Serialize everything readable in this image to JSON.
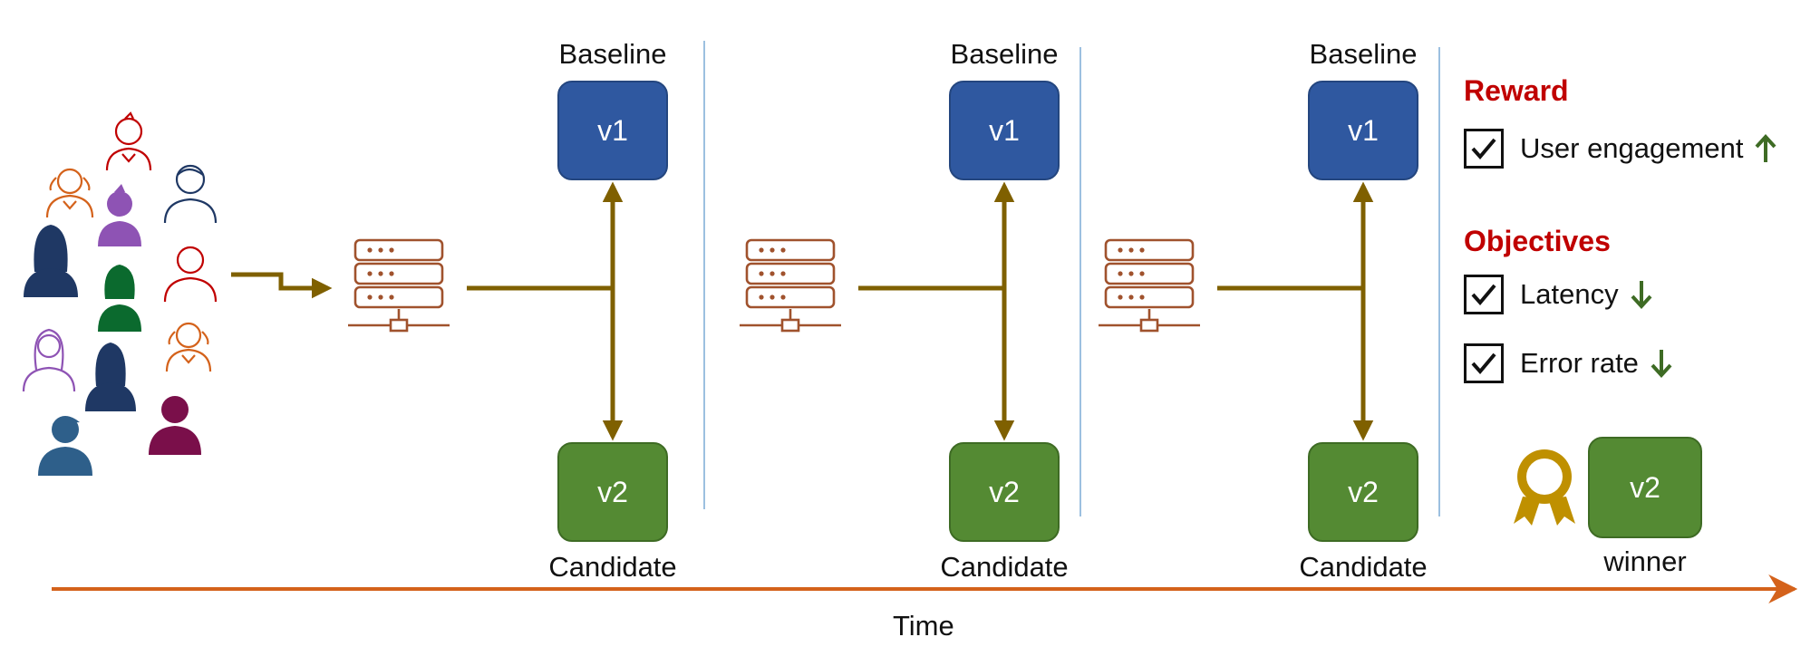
{
  "stages": [
    {
      "baseline_label": "Baseline",
      "candidate_label": "Candidate",
      "baseline_version": "v1",
      "candidate_version": "v2"
    },
    {
      "baseline_label": "Baseline",
      "candidate_label": "Candidate",
      "baseline_version": "v1",
      "candidate_version": "v2"
    },
    {
      "baseline_label": "Baseline",
      "candidate_label": "Candidate",
      "baseline_version": "v1",
      "candidate_version": "v2"
    }
  ],
  "panel": {
    "reward_title": "Reward",
    "reward_items": [
      {
        "label": "User engagement",
        "trend": "up-arrow-icon"
      }
    ],
    "objectives_title": "Objectives",
    "objective_items": [
      {
        "label": "Latency",
        "trend": "down-arrow-icon"
      },
      {
        "label": "Error rate",
        "trend": "down-arrow-icon"
      }
    ],
    "winner_version": "v2",
    "winner_label": "winner"
  },
  "timeline": {
    "label": "Time"
  },
  "colors": {
    "baseline": "#2f58a0",
    "candidate": "#548a33",
    "connector": "#7f6000",
    "server": "#a0522d",
    "timeline": "#d4621b",
    "heading": "#c00000",
    "trend": "#3e6b24",
    "divider": "#9cc0e0",
    "award": "#bf9000"
  },
  "users": [
    {
      "icon": "user-outline-orange-icon"
    },
    {
      "icon": "user-outline-red-icon"
    },
    {
      "icon": "user-filled-purple-icon"
    },
    {
      "icon": "user-outline-navy-icon"
    },
    {
      "icon": "user-filled-navy-icon"
    },
    {
      "icon": "user-filled-green-icon"
    },
    {
      "icon": "user-outline-red-icon"
    },
    {
      "icon": "user-outline-orange-icon"
    },
    {
      "icon": "user-outline-purple-icon"
    },
    {
      "icon": "user-filled-navy-icon"
    },
    {
      "icon": "user-filled-steel-blue-icon"
    },
    {
      "icon": "user-filled-maroon-icon"
    }
  ]
}
